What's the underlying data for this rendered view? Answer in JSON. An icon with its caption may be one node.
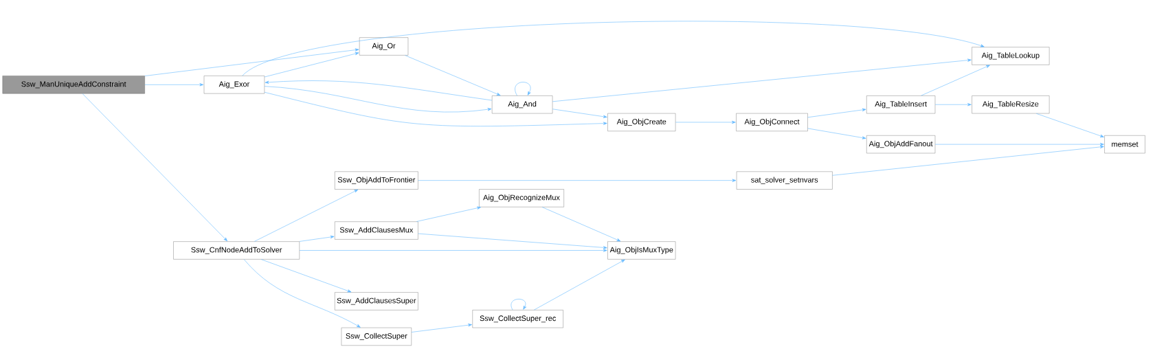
{
  "diagram": {
    "nodes": [
      {
        "text": [
          "Ssw_ManUniqueAddConstraint"
        ]
      },
      {
        "text": [
          "Aig_Exor"
        ]
      },
      {
        "text": [
          "Aig_Or"
        ]
      },
      {
        "text": [
          "Aig_And"
        ]
      },
      {
        "text": [
          "Aig_TableLookup"
        ]
      },
      {
        "text": [
          "Aig_ObjCreate"
        ]
      },
      {
        "text": [
          "Aig_ObjConnect"
        ]
      },
      {
        "text": [
          "Aig_TableInsert"
        ]
      },
      {
        "text": [
          "Aig_TableResize"
        ]
      },
      {
        "text": [
          "Aig_ObjAddFanout"
        ]
      },
      {
        "text": [
          "memset"
        ]
      },
      {
        "text": [
          "Ssw_CnfNodeAddToSolver"
        ]
      },
      {
        "text": [
          "Ssw_ObjAddToFrontier"
        ]
      },
      {
        "text": [
          "sat_solver_setnvars"
        ]
      },
      {
        "text": [
          "Aig_ObjRecognizeMux"
        ]
      },
      {
        "text": [
          "Ssw_AddClausesMux"
        ]
      },
      {
        "text": [
          "Aig_ObjIsMuxType"
        ]
      },
      {
        "text": [
          "Ssw_AddClausesSuper"
        ]
      },
      {
        "text": [
          "Ssw_CollectSuper"
        ]
      },
      {
        "text": [
          "Ssw_CollectSuper_rec"
        ]
      }
    ],
    "edges": [
      {
        "from": 0,
        "to": 2,
        "arrow": "to"
      },
      {
        "from": 0,
        "to": 1,
        "arrow": "to"
      },
      {
        "from": 0,
        "to": 11,
        "arrow": "to"
      },
      {
        "from": 1,
        "to": 2,
        "arrow": "to"
      },
      {
        "from": 1,
        "to": 3,
        "arrow": "to"
      },
      {
        "from": 1,
        "to": 5,
        "arrow": "to"
      },
      {
        "from": 1,
        "to": 4,
        "arrow": "to"
      },
      {
        "from": 2,
        "to": 3,
        "arrow": "to"
      },
      {
        "from": 3,
        "to": 1,
        "arrow": "to"
      },
      {
        "from": 3,
        "to": 3,
        "arrow": "to"
      },
      {
        "from": 3,
        "to": 5,
        "arrow": "to"
      },
      {
        "from": 3,
        "to": 4,
        "arrow": "to"
      },
      {
        "from": 5,
        "to": 6,
        "arrow": "to"
      },
      {
        "from": 6,
        "to": 7,
        "arrow": "to"
      },
      {
        "from": 6,
        "to": 9,
        "arrow": "to"
      },
      {
        "from": 7,
        "to": 4,
        "arrow": "to"
      },
      {
        "from": 7,
        "to": 8,
        "arrow": "to"
      },
      {
        "from": 8,
        "to": 10,
        "arrow": "to"
      },
      {
        "from": 9,
        "to": 10,
        "arrow": "to"
      },
      {
        "from": 11,
        "to": 12,
        "arrow": "to"
      },
      {
        "from": 11,
        "to": 15,
        "arrow": "to"
      },
      {
        "from": 11,
        "to": 16,
        "arrow": "to"
      },
      {
        "from": 11,
        "to": 17,
        "arrow": "to"
      },
      {
        "from": 11,
        "to": 18,
        "arrow": "to"
      },
      {
        "from": 12,
        "to": 13,
        "arrow": "to"
      },
      {
        "from": 13,
        "to": 10,
        "arrow": "to"
      },
      {
        "from": 15,
        "to": 14,
        "arrow": "to"
      },
      {
        "from": 15,
        "to": 16,
        "arrow": "to"
      },
      {
        "from": 14,
        "to": 16,
        "arrow": "to"
      },
      {
        "from": 18,
        "to": 19,
        "arrow": "to"
      },
      {
        "from": 19,
        "to": 19,
        "arrow": "to"
      },
      {
        "from": 19,
        "to": 16,
        "arrow": "to"
      }
    ]
  }
}
